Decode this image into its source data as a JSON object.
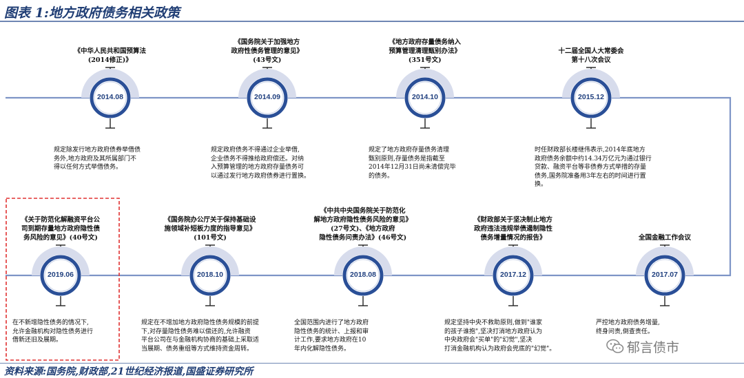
{
  "title": "图表 1:地方政府债务相关政策",
  "source": "资料来源:国务院,财政部,21世纪经济报道,国盛证券研究所",
  "watermark": "郁言债市",
  "colors": {
    "line": "#7d94c6",
    "node_outer": "#d7dcec",
    "node_inner": "#2a4f97",
    "node_core": "#ffffff",
    "date_text": "#1f3f7e",
    "highlight": "#e03030",
    "title": "#1f3d74"
  },
  "top_row": [
    {
      "date": "2014.08",
      "policy": [
        "《中华人民共和国预算法",
        "(2014修正)》"
      ],
      "note": [
        "规定除发行地方政府债券举借债",
        "务外,地方政府及其所属部门不",
        "得以任何方式举借债务。"
      ]
    },
    {
      "date": "2014.09",
      "policy": [
        "《国务院关于加强地方",
        "政府性债务管理的意见》",
        "(43号文)"
      ],
      "note": [
        "规定政府债务不得通过企业举借,",
        "企业债务不得推给政府偿还。对纳",
        "入预算管理的地方政府存量债务可",
        "以通过发行地方政府债券进行置换。"
      ]
    },
    {
      "date": "2014.10",
      "policy": [
        "《地方政府存量债务纳入",
        "预算管理清理甄别办法》",
        "(351号文)"
      ],
      "note": [
        "规定了地方政府存量债务清理",
        "甄别原则,存量债务是指截至",
        "2014年12月31日尚未清偿完毕",
        "的债务。"
      ]
    },
    {
      "date": "2015.12",
      "policy": [
        "十二届全国人大常委会",
        "第十八次会议"
      ],
      "note": [
        "时任财政部长楼继伟表示,2014年底地方",
        "政府债务余额中约14.34万亿元为通过银行",
        "贷款、融资平台等非债券方式举措的存量",
        "债务,国务院准备用3年左右的时间进行置",
        "换。"
      ]
    }
  ],
  "bottom_row": [
    {
      "date": "2019.06",
      "highlight": true,
      "policy": [
        "《关于防范化解融资平台公",
        "司到期存量地方政府隐性债",
        "务风险的意见》(40号文)"
      ],
      "note": [
        "在不新增隐性债务的情况下,",
        "允许金融机构对隐性债务进行",
        "借新还旧及展期。"
      ]
    },
    {
      "date": "2018.10",
      "policy": [
        "《国务院办公厅关于保持基础设",
        "施领域补短板力度的指导意见》",
        "(101号文)"
      ],
      "note": [
        "规定在不增加地方政府隐性债务规模的前提",
        "下,对存量隐性债务难以偿还的,允许融资",
        "平台公司在与金融机构协商的基础上采取适",
        "当展期、债务重组等方式维持资金周转。"
      ]
    },
    {
      "date": "2018.08",
      "policy": [
        "《中共中央国务院关于防范化",
        "解地方政府隐性债务风险的意见》",
        "(27号文)、《地方政府",
        "隐性债务问责办法》(46号文)"
      ],
      "note": [
        "全国范围内进行了地方政府",
        "隐性债务的统计、上报和审",
        "计工作,要求地方政府在10",
        "年内化解隐性债务。"
      ]
    },
    {
      "date": "2017.12",
      "policy": [
        "《财政部关于坚决制止地方",
        "政府违法违规举债遏制隐性",
        "债务增量情况的报告》"
      ],
      "note": [
        "规定坚持中央不救助原则,做到\"谁家",
        "的孩子谁抱\",坚决打消地方政府认为",
        "中央政府会\"买单\"的\"幻觉\",坚决",
        "打消金融机构认为政府会兜底的\"幻觉\"。"
      ]
    },
    {
      "date": "2017.07",
      "policy": [
        "全国金融工作会议"
      ],
      "note": [
        "严控地方政府债务增量,",
        "终身问责,倒查责任。"
      ]
    }
  ]
}
